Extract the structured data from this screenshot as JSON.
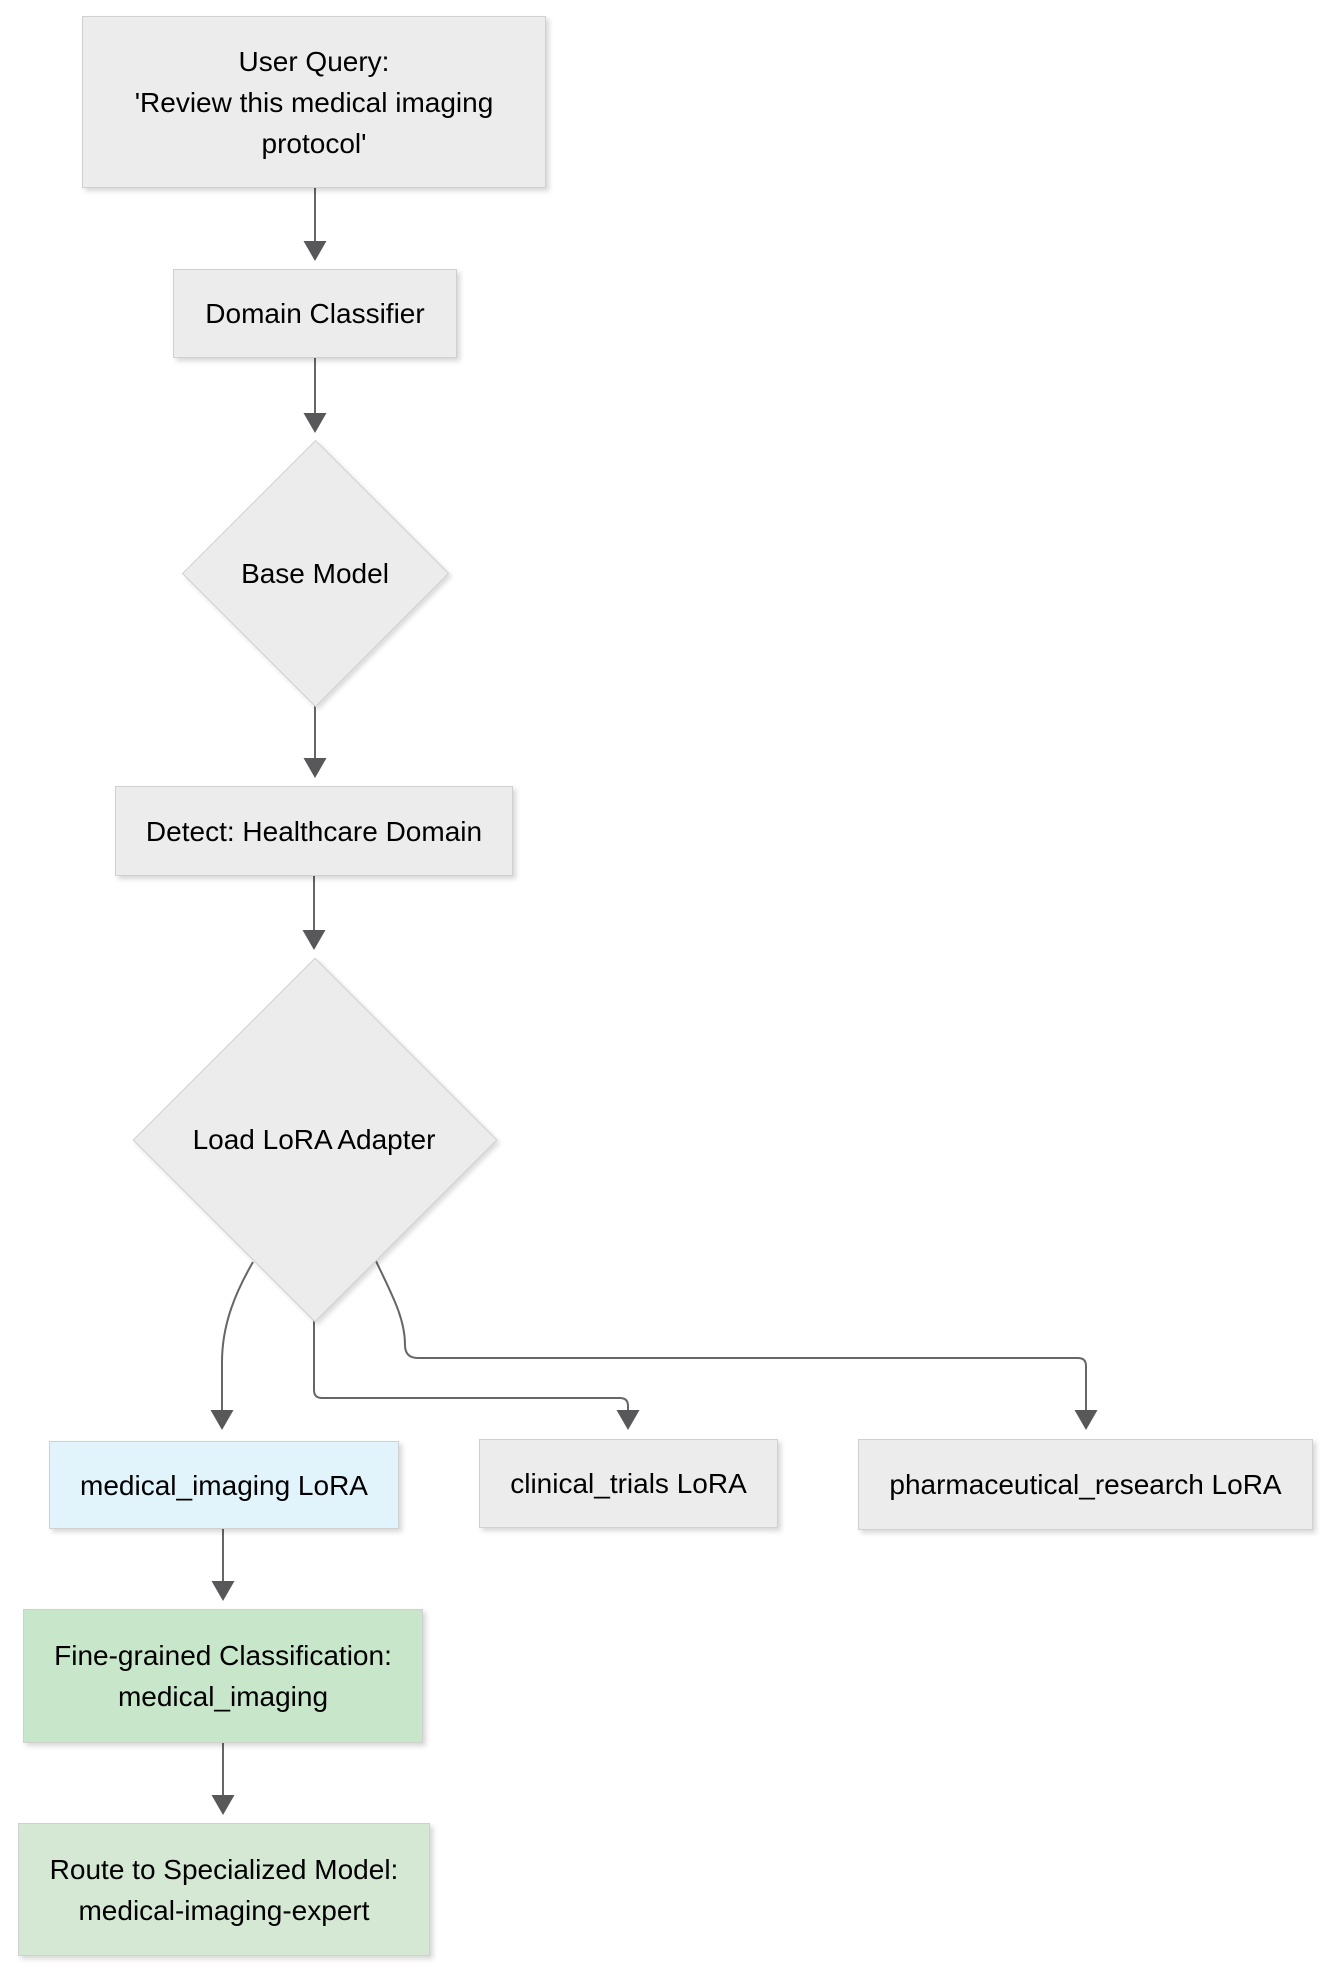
{
  "diagram": {
    "type": "flowchart",
    "direction": "top-down",
    "colors": {
      "node_default_fill": "#ececec",
      "node_border": "#d0d0d0",
      "selected_lora_fill": "#e1f3fb",
      "classification_fill": "#c8e6c9",
      "route_fill": "#d5e8d4",
      "edge_stroke": "#666666",
      "arrowhead_fill": "#58585a",
      "text": "#000000",
      "background": "#ffffff"
    },
    "nodes": {
      "user_query": {
        "shape": "rect",
        "line1": "User Query:",
        "line2": "'Review this medical imaging",
        "line3": "protocol'"
      },
      "domain_classifier": {
        "shape": "rect",
        "line1": "Domain Classifier"
      },
      "base_model": {
        "shape": "diamond",
        "line1": "Base Model"
      },
      "detect_domain": {
        "shape": "rect",
        "line1": "Detect: Healthcare Domain"
      },
      "load_lora_adapter": {
        "shape": "diamond",
        "line1": "Load LoRA Adapter"
      },
      "medical_imaging_lora": {
        "shape": "rect",
        "line1": "medical_imaging LoRA"
      },
      "clinical_trials_lora": {
        "shape": "rect",
        "line1": "clinical_trials LoRA"
      },
      "pharmaceutical_research_lora": {
        "shape": "rect",
        "line1": "pharmaceutical_research LoRA"
      },
      "fine_grained_classification": {
        "shape": "rect",
        "line1": "Fine-grained Classification:",
        "line2": "medical_imaging"
      },
      "route_to_specialized_model": {
        "shape": "rect",
        "line1": "Route to Specialized Model:",
        "line2": "medical-imaging-expert"
      }
    },
    "edges": [
      {
        "from": "user_query",
        "to": "domain_classifier"
      },
      {
        "from": "domain_classifier",
        "to": "base_model"
      },
      {
        "from": "base_model",
        "to": "detect_domain"
      },
      {
        "from": "detect_domain",
        "to": "load_lora_adapter"
      },
      {
        "from": "load_lora_adapter",
        "to": "medical_imaging_lora"
      },
      {
        "from": "load_lora_adapter",
        "to": "clinical_trials_lora"
      },
      {
        "from": "load_lora_adapter",
        "to": "pharmaceutical_research_lora"
      },
      {
        "from": "medical_imaging_lora",
        "to": "fine_grained_classification"
      },
      {
        "from": "fine_grained_classification",
        "to": "route_to_specialized_model"
      }
    ]
  }
}
